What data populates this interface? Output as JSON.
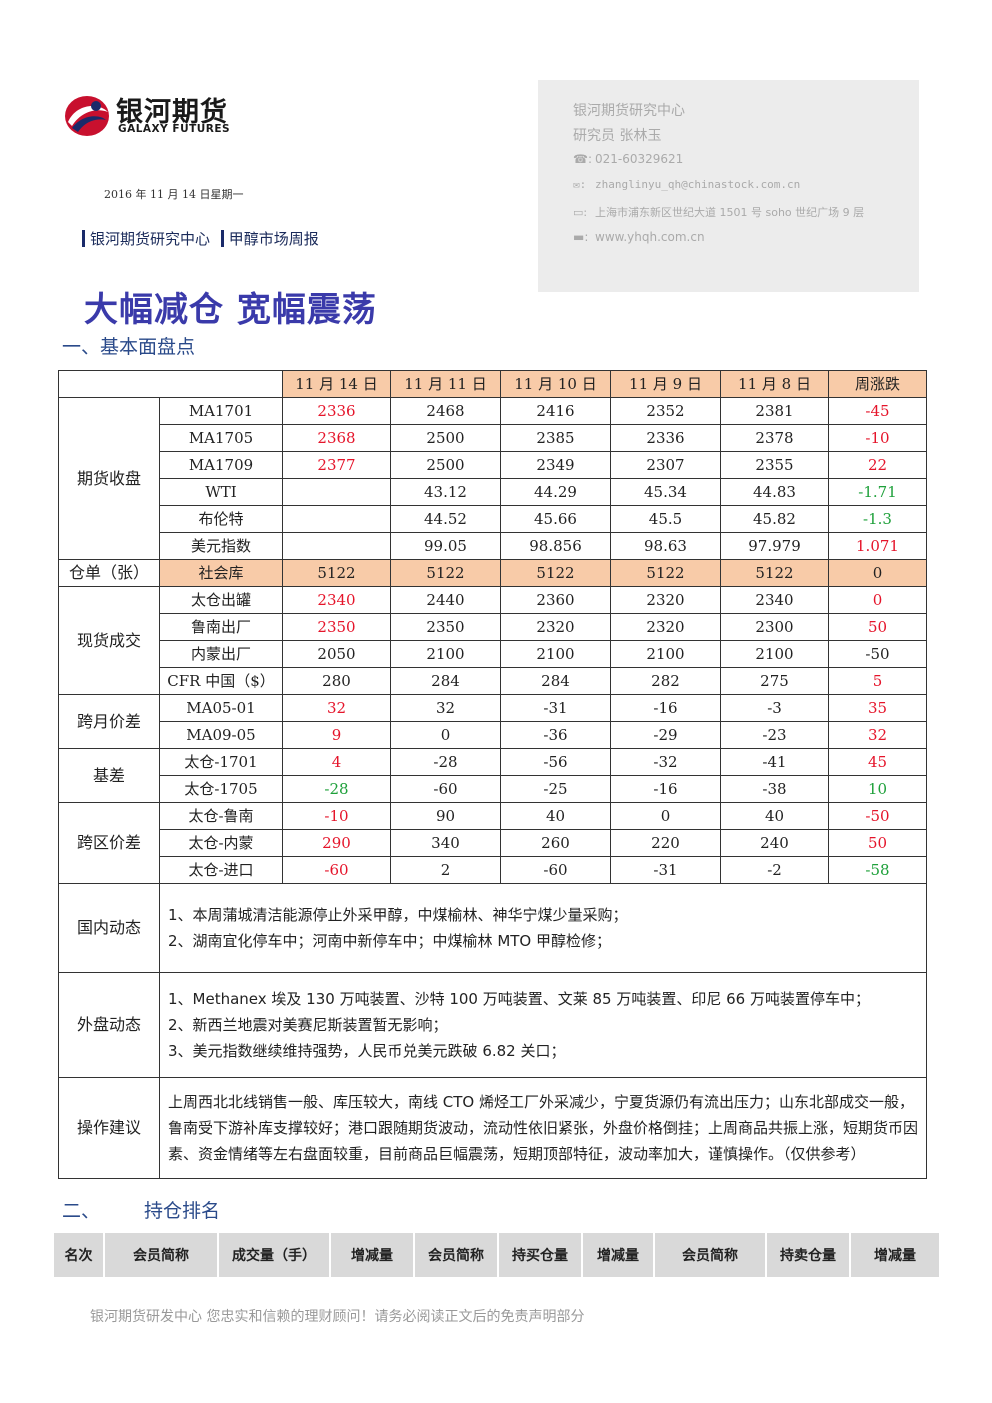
{
  "header": {
    "logo_cn": "银河期货",
    "logo_en": "GALAXY FUTURES",
    "date": "2016 年 11 月 14 日星期一",
    "breadcrumb": [
      "银河期货研究中心",
      "甲醇市场周报"
    ]
  },
  "contact": {
    "org": "银河期货研究中心",
    "researcher": "研究员  张林玉",
    "phone": "021-60329621",
    "email": "zhanglinyu_qh@chinastock.com.cn",
    "address": "上海市浦东新区世纪大道 1501 号 soho 世纪广场 9 层",
    "website": "www.yhqh.com.cn",
    "icons": [
      "phone-icon",
      "email-icon",
      "address-icon",
      "computer-icon"
    ]
  },
  "report_title": "大幅减仓  宽幅震荡",
  "section1_title": "一、基本面盘点",
  "table": {
    "headers": [
      "11 月 14 日",
      "11 月 11 日",
      "11 月 10 日",
      "11 月 9 日",
      "11 月 8 日",
      "周涨跌"
    ],
    "groups": [
      {
        "name": "期货收盘",
        "rows": [
          {
            "label": "MA1701",
            "values": [
              "2336",
              "2468",
              "2416",
              "2352",
              "2381",
              "-45"
            ],
            "colors": [
              "red",
              "",
              "",
              "",
              "",
              "red"
            ]
          },
          {
            "label": "MA1705",
            "values": [
              "2368",
              "2500",
              "2385",
              "2336",
              "2378",
              "-10"
            ],
            "colors": [
              "red",
              "",
              "",
              "",
              "",
              "red"
            ]
          },
          {
            "label": "MA1709",
            "values": [
              "2377",
              "2500",
              "2349",
              "2307",
              "2355",
              "22"
            ],
            "colors": [
              "red",
              "",
              "",
              "",
              "",
              "red"
            ]
          },
          {
            "label": "WTI",
            "values": [
              "",
              "43.12",
              "44.29",
              "45.34",
              "44.83",
              "-1.71"
            ],
            "colors": [
              "",
              "",
              "",
              "",
              "",
              "green"
            ]
          },
          {
            "label": "布伦特",
            "values": [
              "",
              "44.52",
              "45.66",
              "45.5",
              "45.82",
              "-1.3"
            ],
            "colors": [
              "",
              "",
              "",
              "",
              "",
              "green"
            ]
          },
          {
            "label": "美元指数",
            "values": [
              "",
              "99.05",
              "98.856",
              "98.63",
              "97.979",
              "1.071"
            ],
            "colors": [
              "",
              "",
              "",
              "",
              "",
              "red"
            ]
          }
        ]
      },
      {
        "name": "仓单（张）",
        "depot": true,
        "rows": [
          {
            "label": "社会库",
            "values": [
              "5122",
              "5122",
              "5122",
              "5122",
              "5122",
              "0"
            ],
            "colors": [
              "",
              "",
              "",
              "",
              "",
              ""
            ]
          }
        ]
      },
      {
        "name": "现货成交",
        "rows": [
          {
            "label": "太仓出罐",
            "values": [
              "2340",
              "2440",
              "2360",
              "2320",
              "2340",
              "0"
            ],
            "colors": [
              "red",
              "",
              "",
              "",
              "",
              "red"
            ]
          },
          {
            "label": "鲁南出厂",
            "values": [
              "2350",
              "2350",
              "2320",
              "2320",
              "2300",
              "50"
            ],
            "colors": [
              "red",
              "",
              "",
              "",
              "",
              "red"
            ]
          },
          {
            "label": "内蒙出厂",
            "values": [
              "2050",
              "2100",
              "2100",
              "2100",
              "2100",
              "-50"
            ],
            "colors": [
              "",
              "",
              "",
              "",
              "",
              ""
            ]
          },
          {
            "label": "CFR 中国（$）",
            "values": [
              "280",
              "284",
              "284",
              "282",
              "275",
              "5"
            ],
            "colors": [
              "",
              "",
              "",
              "",
              "",
              "red"
            ]
          }
        ]
      },
      {
        "name": "跨月价差",
        "rows": [
          {
            "label": "MA05-01",
            "values": [
              "32",
              "32",
              "-31",
              "-16",
              "-3",
              "35"
            ],
            "colors": [
              "red",
              "",
              "",
              "",
              "",
              "red"
            ]
          },
          {
            "label": "MA09-05",
            "values": [
              "9",
              "0",
              "-36",
              "-29",
              "-23",
              "32"
            ],
            "colors": [
              "red",
              "",
              "",
              "",
              "",
              "red"
            ]
          }
        ]
      },
      {
        "name": "基差",
        "rows": [
          {
            "label": "太仓-1701",
            "values": [
              "4",
              "-28",
              "-56",
              "-32",
              "-41",
              "45"
            ],
            "colors": [
              "red",
              "",
              "",
              "",
              "",
              "red"
            ]
          },
          {
            "label": "太仓-1705",
            "values": [
              "-28",
              "-60",
              "-25",
              "-16",
              "-38",
              "10"
            ],
            "colors": [
              "green",
              "",
              "",
              "",
              "",
              "green"
            ]
          }
        ]
      },
      {
        "name": "跨区价差",
        "rows": [
          {
            "label": "太仓-鲁南",
            "values": [
              "-10",
              "90",
              "40",
              "0",
              "40",
              "-50"
            ],
            "colors": [
              "red",
              "",
              "",
              "",
              "",
              "red"
            ]
          },
          {
            "label": "太仓-内蒙",
            "values": [
              "290",
              "340",
              "260",
              "220",
              "240",
              "50"
            ],
            "colors": [
              "red",
              "",
              "",
              "",
              "",
              "red"
            ]
          },
          {
            "label": "太仓-进口",
            "values": [
              "-60",
              "2",
              "-60",
              "-31",
              "-2",
              "-58"
            ],
            "colors": [
              "red",
              "",
              "",
              "",
              "",
              "green"
            ]
          }
        ]
      }
    ],
    "text_rows": [
      {
        "name": "国内动态",
        "lines": [
          "1、本周蒲城清洁能源停止外采甲醇，中煤榆林、神华宁煤少量采购；",
          "2、湖南宜化停车中；河南中新停车中；中煤榆林 MTO 甲醇检修；"
        ]
      },
      {
        "name": "外盘动态",
        "lines": [
          "1、Methanex 埃及 130 万吨装置、沙特 100 万吨装置、文莱 85 万吨装置、印尼 66 万吨装置停车中；",
          "2、新西兰地震对美赛尼斯装置暂无影响；",
          "3、美元指数继续维持强势，人民币兑美元跌破 6.82 关口；"
        ]
      },
      {
        "name": "操作建议",
        "lines": [
          "上周西北北线销售一般、库压较大，南线 CTO 烯烃工厂外采减少，宁夏货源仍有流出压力；山东北部成交一般，鲁南受下游补库支撑较好；港口跟随期货波动，流动性依旧紧张，外盘价格倒挂；上周商品共振上涨，短期货币因素、资金情绪等左右盘面较重，目前商品巨幅震荡，短期顶部特征，波动率加大，谨慎操作。（仅供参考）"
        ]
      }
    ]
  },
  "section2": {
    "num": "二、",
    "title": "持仓排名"
  },
  "rank_headers": [
    "名次",
    "会员简称",
    "成交量（手）",
    "增减量",
    "会员简称",
    "持买仓量",
    "增减量",
    "会员简称",
    "持卖仓量",
    "增减量"
  ],
  "footer": "银河期货研发中心  您忠实和信赖的理财顾问！请务必阅读正文后的免责声明部分",
  "colors": {
    "red": "#e5142a",
    "green": "#1ea03a",
    "header_bg": "#f8cba8",
    "title": "#3a3aaa"
  }
}
